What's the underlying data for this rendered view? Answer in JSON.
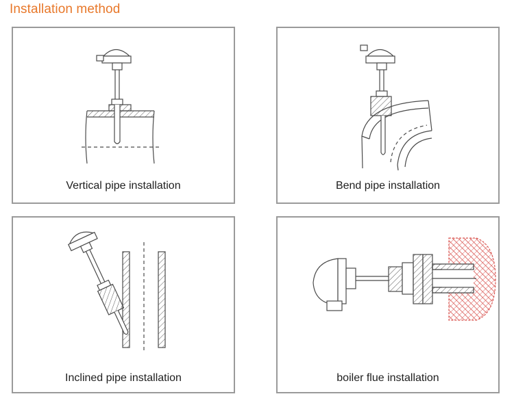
{
  "header": {
    "title": "Installation method"
  },
  "panels": [
    {
      "caption": "Vertical pipe installation"
    },
    {
      "caption": "Bend pipe installation"
    },
    {
      "caption": "Inclined pipe installation"
    },
    {
      "caption": "boiler flue installation"
    }
  ],
  "colors": {
    "title": "#e8782a",
    "line": "#4a4a4a",
    "border": "#9a9a9a",
    "refractory": "#d9534f"
  }
}
